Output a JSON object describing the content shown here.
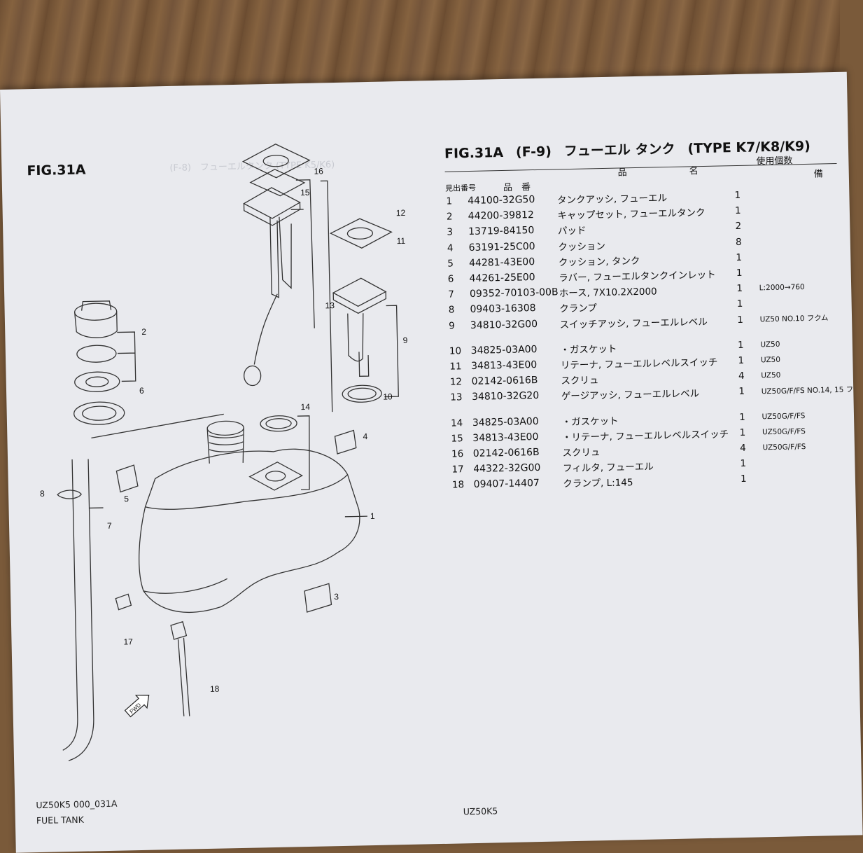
{
  "page": {
    "fig_title": "FIG.31A",
    "ghost_header": "(F-8)　フューエルタンク (TYPE K5/K6)",
    "right_title": {
      "fig": "FIG.31A",
      "code": "(F-9)",
      "name": "フューエル タンク",
      "type": "(TYPE K7/K8/K9)"
    },
    "headers": {
      "ref_no": "見出番号",
      "part_no": "品　番",
      "part_name_1": "品",
      "part_name_2": "名",
      "qty": "使用個数",
      "remarks": "備"
    },
    "footer": {
      "code": "UZ50K5 000_031A",
      "name": "FUEL TANK",
      "model": "UZ50K5"
    },
    "fwd_label": "FWD"
  },
  "diagram_labels": [
    "16",
    "15",
    "12",
    "11",
    "13",
    "9",
    "10",
    "14",
    "2",
    "6",
    "4",
    "5",
    "8",
    "7",
    "1",
    "3",
    "17",
    "18"
  ],
  "parts": [
    {
      "no": "1",
      "part": "44100-32G50",
      "name": "タンクアッシ, フューエル",
      "qty": "1",
      "remark": ""
    },
    {
      "no": "2",
      "part": "44200-39812",
      "name": "キャップセット, フューエルタンク",
      "qty": "1",
      "remark": ""
    },
    {
      "no": "3",
      "part": "13719-84150",
      "name": "パッド",
      "qty": "2",
      "remark": ""
    },
    {
      "no": "4",
      "part": "63191-25C00",
      "name": "クッション",
      "qty": "8",
      "remark": ""
    },
    {
      "no": "5",
      "part": "44281-43E00",
      "name": "クッション, タンク",
      "qty": "1",
      "remark": ""
    },
    {
      "no": "6",
      "part": "44261-25E00",
      "name": "ラバー, フューエルタンクインレット",
      "qty": "1",
      "remark": ""
    },
    {
      "no": "7",
      "part": "09352-70103-00B",
      "name": "ホース, 7X10.2X2000",
      "qty": "1",
      "remark": "L:2000→760"
    },
    {
      "no": "8",
      "part": "09403-16308",
      "name": "クランプ",
      "qty": "1",
      "remark": ""
    },
    {
      "no": "9",
      "part": "34810-32G00",
      "name": "スイッチアッシ, フューエルレベル",
      "qty": "1",
      "remark": "UZ50 NO.10 フクム"
    },
    {
      "no": "10",
      "part": "34825-03A00",
      "name": "・ガスケット",
      "qty": "1",
      "remark": "UZ50"
    },
    {
      "no": "11",
      "part": "34813-43E00",
      "name": "リテーナ, フューエルレベルスイッチ",
      "qty": "1",
      "remark": "UZ50"
    },
    {
      "no": "12",
      "part": "02142-0616B",
      "name": "スクリュ",
      "qty": "4",
      "remark": "UZ50"
    },
    {
      "no": "13",
      "part": "34810-32G20",
      "name": "ゲージアッシ, フューエルレベル",
      "qty": "1",
      "remark": "UZ50G/F/FS NO.14, 15 フ"
    },
    {
      "no": "14",
      "part": "34825-03A00",
      "name": "・ガスケット",
      "qty": "1",
      "remark": "UZ50G/F/FS"
    },
    {
      "no": "15",
      "part": "34813-43E00",
      "name": "・リテーナ, フューエルレベルスイッチ",
      "qty": "1",
      "remark": "UZ50G/F/FS"
    },
    {
      "no": "16",
      "part": "02142-0616B",
      "name": "スクリュ",
      "qty": "4",
      "remark": "UZ50G/F/FS"
    },
    {
      "no": "17",
      "part": "44322-32G00",
      "name": "フィルタ, フューエル",
      "qty": "1",
      "remark": ""
    },
    {
      "no": "18",
      "part": "09407-14407",
      "name": "クランプ, L:145",
      "qty": "1",
      "remark": ""
    }
  ]
}
